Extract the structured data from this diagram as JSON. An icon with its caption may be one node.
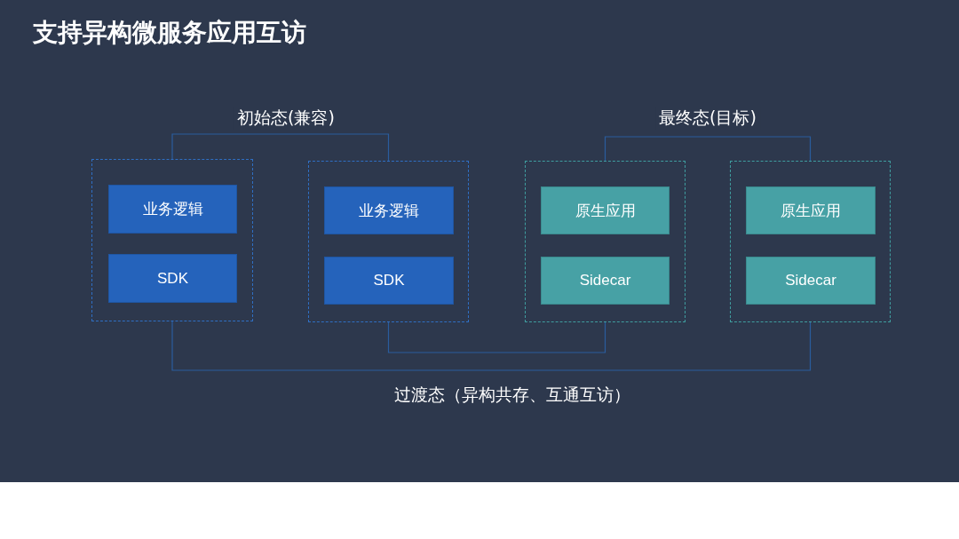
{
  "diagram": {
    "title": "支持异构微服务应用互访",
    "nodes": [
      {
        "text": [],
        "shape": "box"
      },
      {
        "text": [
          "业务逻辑"
        ],
        "in": 0
      },
      {
        "text": [
          "SDK"
        ],
        "in": 0
      },
      {
        "text": [],
        "shape": "box"
      },
      {
        "text": [
          "业务逻辑"
        ],
        "in": 3
      },
      {
        "text": [
          "SDK"
        ],
        "in": 3
      },
      {
        "text": [],
        "shape": "box"
      },
      {
        "text": [
          "原生应用"
        ],
        "in": 6
      },
      {
        "text": [
          "Sidecar"
        ],
        "in": 6
      },
      {
        "text": [],
        "shape": "box"
      },
      {
        "text": [
          "原生应用"
        ],
        "in": 9
      },
      {
        "text": [
          "Sidecar"
        ],
        "in": 9
      }
    ],
    "edges": [
      {
        "from": 0,
        "to": 3,
        "arrow": "none",
        "label": "初始态(兼容)"
      },
      {
        "from": 6,
        "to": 9,
        "arrow": "none",
        "label": "最终态(目标)"
      },
      {
        "from": 3,
        "to": 6,
        "arrow": "none"
      },
      {
        "from": 0,
        "to": 9,
        "arrow": "none",
        "label": "过渡态（异构共存、互通互访）"
      }
    ]
  }
}
